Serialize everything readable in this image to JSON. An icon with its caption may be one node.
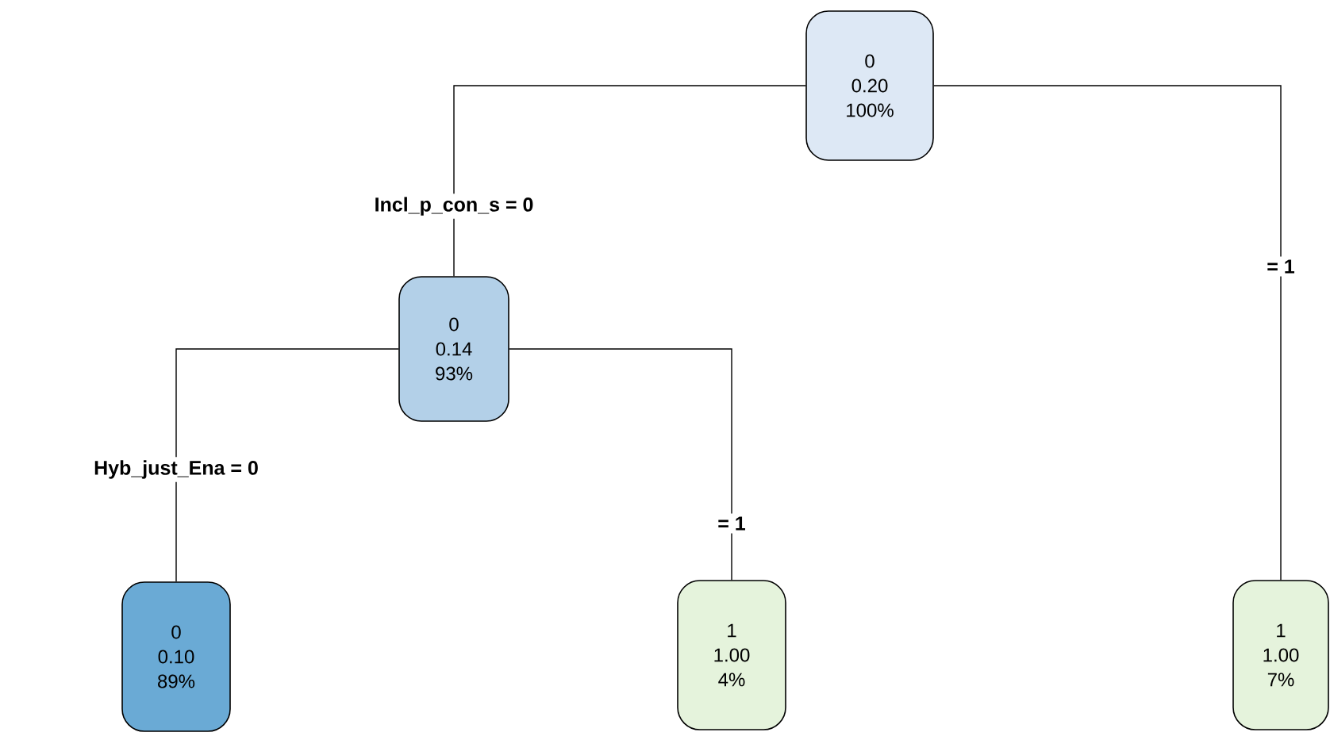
{
  "diagram": {
    "nodes": [
      {
        "text": [
          "0",
          "0.20",
          "100%"
        ]
      },
      {
        "text": [
          "0",
          "0.14",
          "93%"
        ]
      },
      {
        "text": [
          "0",
          "0.10",
          "89%"
        ]
      },
      {
        "text": [
          "1",
          "1.00",
          "4%"
        ]
      },
      {
        "text": [
          "1",
          "1.00",
          "7%"
        ]
      }
    ],
    "edges": [
      {
        "from": 0,
        "to": 1,
        "arrow": "none",
        "label": "Incl_p_con_s = 0"
      },
      {
        "from": 1,
        "to": 2,
        "arrow": "none",
        "label": "Hyb_just_Ena = 0"
      },
      {
        "from": 1,
        "to": 3,
        "arrow": "none",
        "label": "= 1"
      },
      {
        "from": 0,
        "to": 4,
        "arrow": "none",
        "label": "= 1"
      }
    ]
  }
}
